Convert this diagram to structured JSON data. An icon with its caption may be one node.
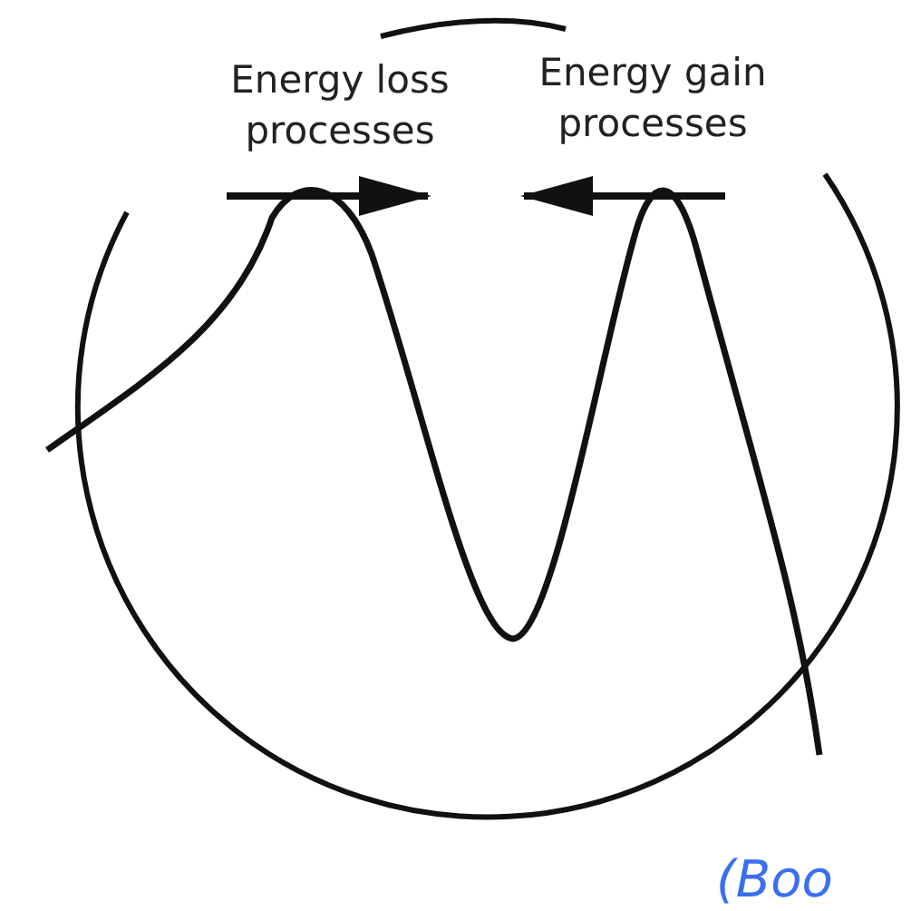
{
  "diagram": {
    "labels": [
      "Energy loss processes",
      "Energy gain processes",
      "(Boo"
    ]
  }
}
